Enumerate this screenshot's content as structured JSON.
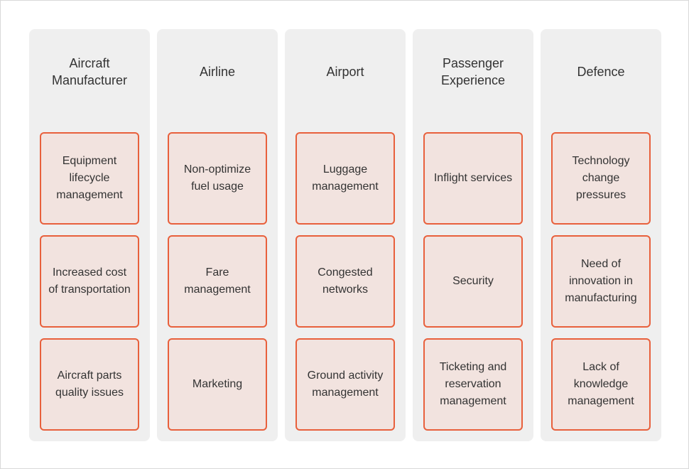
{
  "columns": [
    {
      "title": "Aircraft Manufacturer",
      "cards": [
        "Equipment lifecycle management",
        "Increased cost of transportation",
        "Aircraft parts quality issues"
      ]
    },
    {
      "title": "Airline",
      "cards": [
        "Non-optimize fuel usage",
        "Fare management",
        "Marketing"
      ]
    },
    {
      "title": "Airport",
      "cards": [
        "Luggage management",
        "Congested networks",
        "Ground activity management"
      ]
    },
    {
      "title": "Passenger Experience",
      "cards": [
        "Inflight services",
        "Security",
        "Ticketing and reservation management"
      ]
    },
    {
      "title": "Defence",
      "cards": [
        "Technology change pressures",
        "Need of innovation in manufacturing",
        "Lack of knowledge management"
      ]
    }
  ],
  "colors": {
    "column_bg": "#efefef",
    "card_border": "#e8603c",
    "card_fill": "#f2e3df",
    "text": "#333333"
  }
}
